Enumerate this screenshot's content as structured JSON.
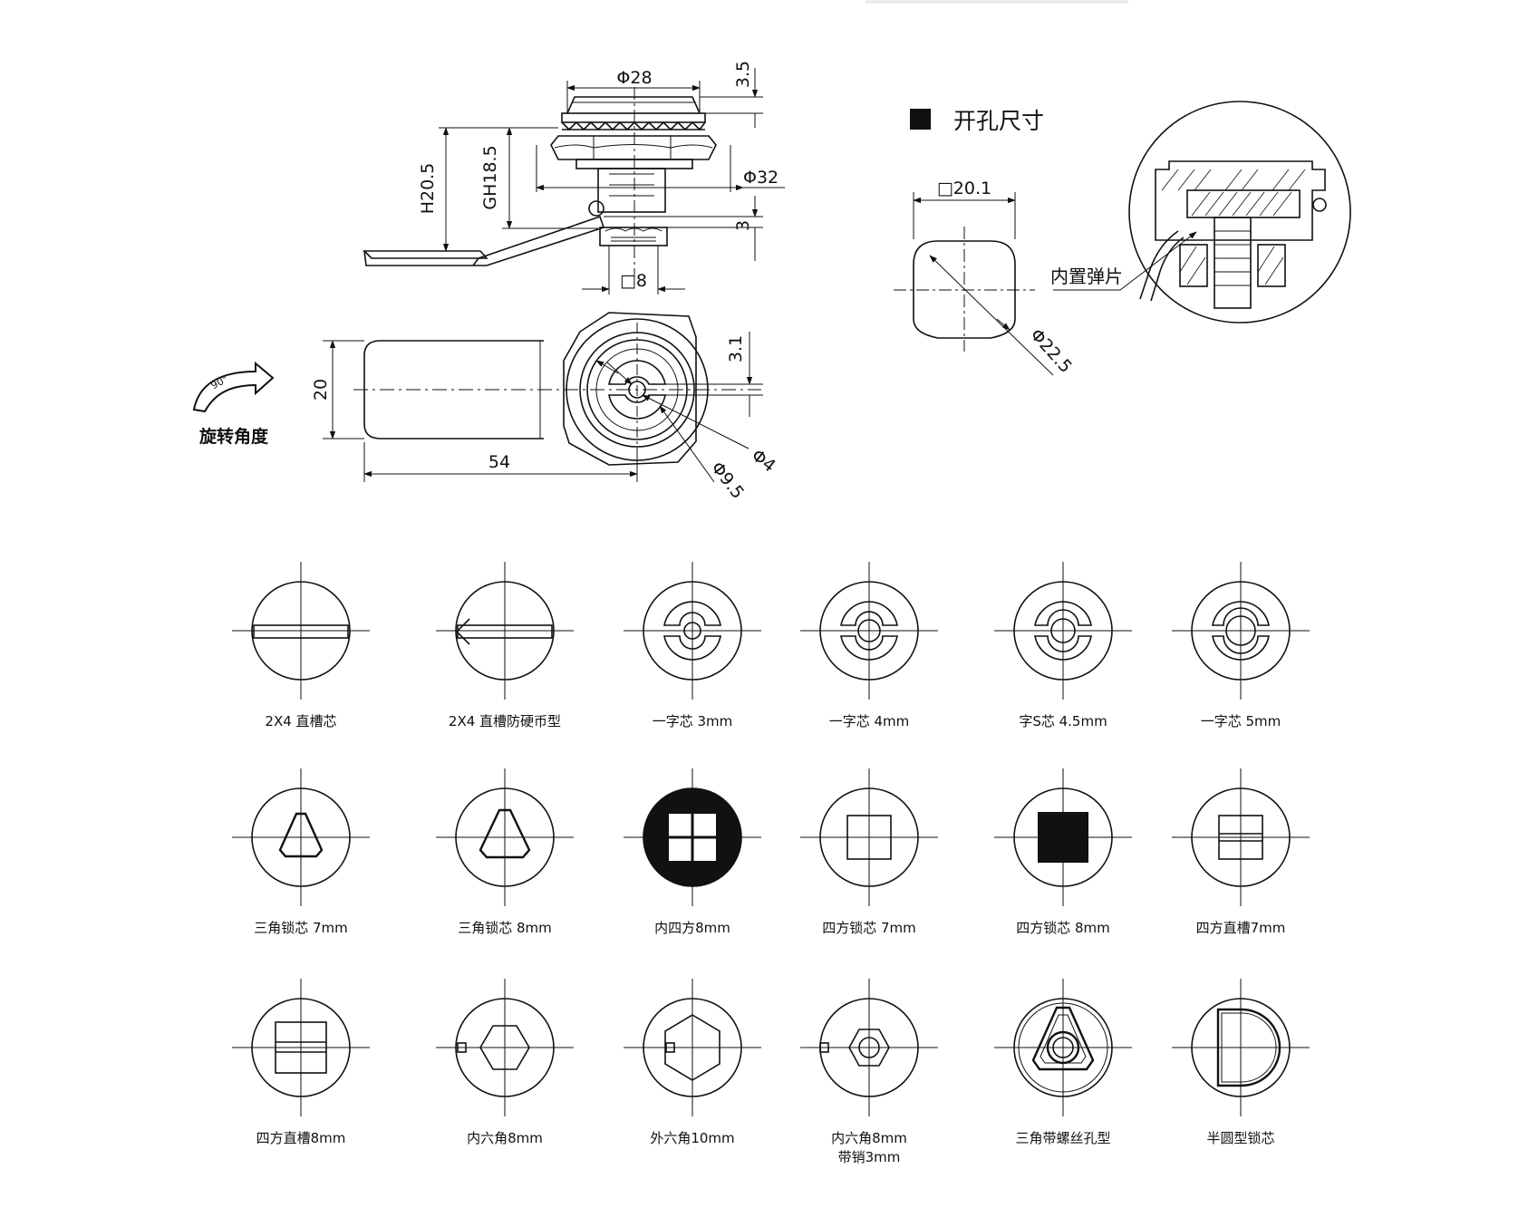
{
  "side_view": {
    "dim_phi28": "Φ28",
    "dim_3_5": "3.5",
    "dim_h20_5": "H20.5",
    "dim_gh18_5": "GH18.5",
    "dim_phi32": "Φ32",
    "dim_3": "3",
    "dim_sq8": "□8"
  },
  "top_view": {
    "dim_20": "20",
    "dim_54": "54",
    "dim_3_1": "3.1",
    "dim_phi4": "Φ4",
    "dim_phi9_5": "Φ9.5",
    "rotation_angle": "90°",
    "rotation_label": "旋转角度"
  },
  "cutout": {
    "heading": "开孔尺寸",
    "dim_sq20_1": "□20.1",
    "dim_phi22_5": "Φ22.5",
    "spring_label": "内置弹片"
  },
  "cores": [
    [
      {
        "label": "2X4 直槽芯"
      },
      {
        "label": "2X4 直槽防硬币型"
      },
      {
        "label": "一字芯 3mm"
      },
      {
        "label": "一字芯 4mm"
      },
      {
        "label": "字S芯 4.5mm"
      },
      {
        "label": "一字芯 5mm"
      }
    ],
    [
      {
        "label": "三角锁芯 7mm"
      },
      {
        "label": "三角锁芯 8mm"
      },
      {
        "label": "内四方8mm"
      },
      {
        "label": "四方锁芯 7mm"
      },
      {
        "label": "四方锁芯 8mm"
      },
      {
        "label": "四方直槽7mm"
      }
    ],
    [
      {
        "label": "四方直槽8mm"
      },
      {
        "label": "内六角8mm"
      },
      {
        "label": "外六角10mm"
      },
      {
        "label": "内六角8mm",
        "label2": "带销3mm"
      },
      {
        "label": "三角带螺丝孔型"
      },
      {
        "label": "半圆型锁芯"
      }
    ]
  ]
}
